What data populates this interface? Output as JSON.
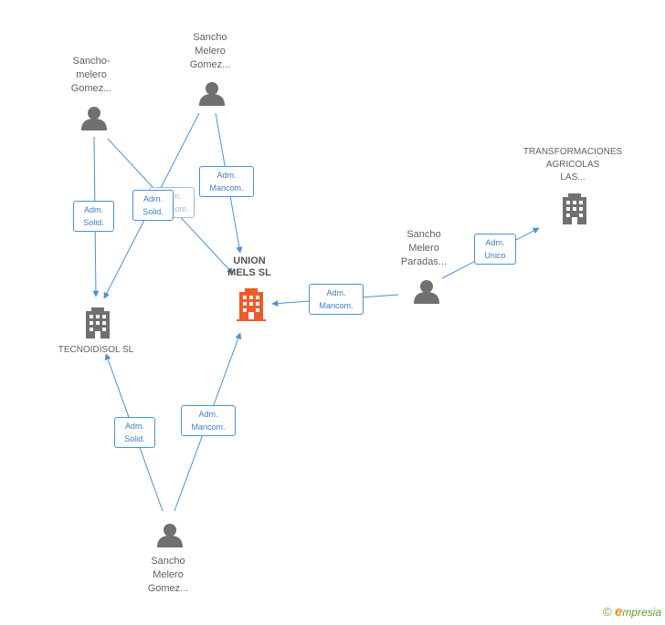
{
  "nodes": {
    "person_top_left": {
      "label": "Sancho-\nmelero\nGomez..."
    },
    "person_top_center": {
      "label": "Sancho\nMelero\nGomez..."
    },
    "person_right": {
      "label": "Sancho\nMelero\nParadas..."
    },
    "person_bottom": {
      "label": "Sancho\nMelero\nGomez..."
    },
    "company_union": {
      "label": "UNION\nMELS SL"
    },
    "company_tecnoidisol": {
      "label": "TECNOIDISOL  SL"
    },
    "company_transformaciones": {
      "label": "TRANSFORMACIONES\nAGRICOLAS\nLAS..."
    }
  },
  "edges": {
    "e1": {
      "label": "Adm.\nSolid."
    },
    "e2": {
      "label": "Adm.\nSolid."
    },
    "e3": {
      "label": "Adm.\nMancom."
    },
    "e3b": {
      "label": "Adm.\nMancom."
    },
    "e4": {
      "label": "Adm.\nMancom."
    },
    "e5": {
      "label": "Adm.\nUnico"
    },
    "e6": {
      "label": "Adm.\nSolid."
    },
    "e7": {
      "label": "Adm.\nMancom."
    }
  },
  "colors": {
    "edge": "#4a90d9",
    "person": "#707070",
    "company": "#707070",
    "focus_company": "#f05a28"
  },
  "footer": {
    "copyright": "©",
    "brand_initial": "e",
    "brand_rest": "mpresia"
  }
}
